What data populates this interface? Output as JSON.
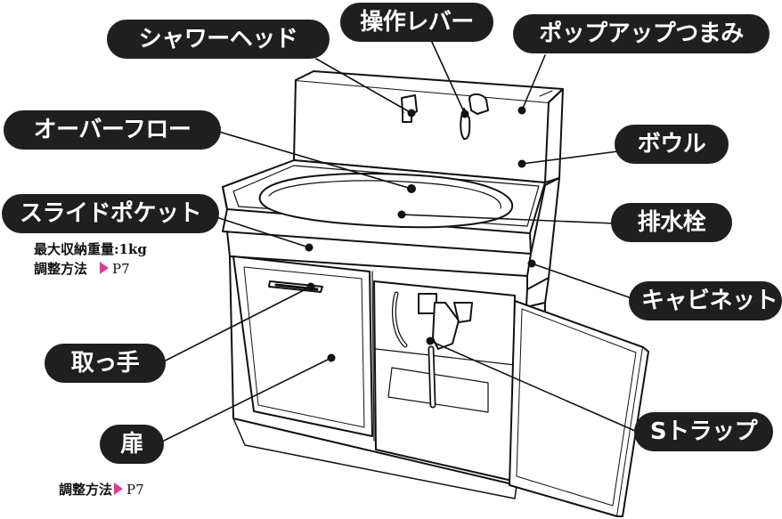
{
  "colors": {
    "label_bg": "#1f1f1f",
    "label_text": "#ffffff",
    "arrow_accent": "#e23a8c",
    "line": "#111111"
  },
  "labels": {
    "shower_head": "シャワーヘッド",
    "lever": "操作レバー",
    "popup_knob": "ポップアップつまみ",
    "overflow": "オーバーフロー",
    "bowl": "ボウル",
    "slide_pocket": "スライドポケット",
    "drain_plug": "排水栓",
    "cabinet": "キャビネット",
    "handle": "取っ手",
    "door": "扉",
    "s_trap": "Sトラップ"
  },
  "notes": {
    "max_load": "最大収納重量:1kg",
    "adjust_label_1": "調整方法",
    "adjust_ref_1": "P7",
    "adjust_label_2": "調整方法",
    "adjust_ref_2": "P7"
  }
}
